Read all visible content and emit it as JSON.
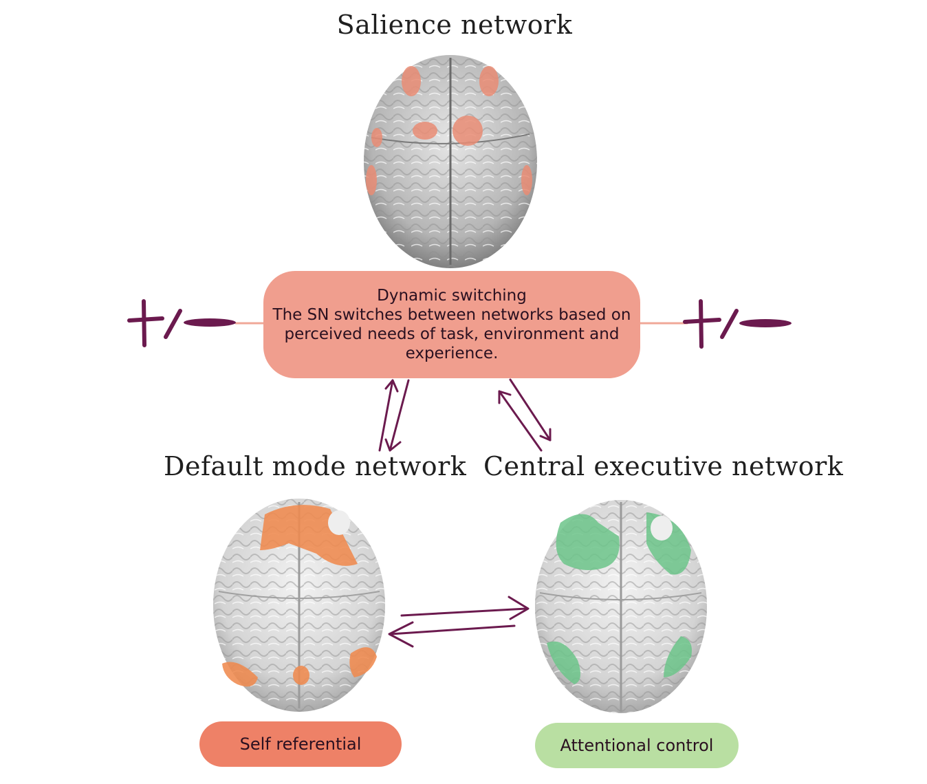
{
  "salience": {
    "title": "Salience network"
  },
  "switching": {
    "heading": "Dynamic switching",
    "body_line1": "The SN switches between networks based on",
    "body_line2": "perceived needs of task, environment and",
    "body_line3": "experience."
  },
  "dmn": {
    "title": "Default mode network",
    "label": "Self referential",
    "color": "#ee8167"
  },
  "cen": {
    "title": "Central executive network",
    "label": "Attentional control",
    "color": "#b9dfa2"
  },
  "colors": {
    "arrow": "#6b1a4e",
    "connector": "#f0a898",
    "box": "#f09e8e"
  },
  "icons": [
    "plus-minus-icon-left",
    "plus-minus-icon-right",
    "arrows-icons"
  ]
}
